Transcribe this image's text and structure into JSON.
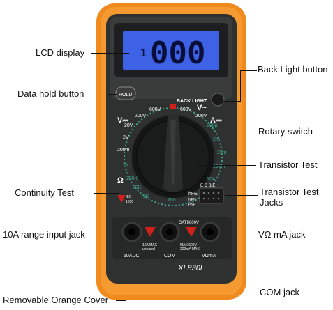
{
  "callouts": {
    "lcd_display": "LCD display",
    "data_hold_button": "Data hold button",
    "back_light_button": "Back Light button",
    "rotary_switch": "Rotary switch",
    "transistor_test": "Transistor Test",
    "continuity_test": "Continuity Test",
    "transistor_test_jacks": "Transistor Test Jacks",
    "ten_a_range_input_jack": "10A range input jack",
    "v_ohm_ma_jack": "VΩ mA jack",
    "removable_orange_cover": "Removable Orange Cover",
    "com_jack": "COM jack"
  },
  "device": {
    "lcd_reading": "000",
    "lcd_sign": "ı",
    "hold_label": "HOLD",
    "back_light_label": "BACK LIGHT",
    "model": "XL830L",
    "cat_rating": "CATII600V",
    "ohm_symbol": "Ω",
    "v_dc_label": "V⎓",
    "v_ac_label": "V~",
    "a_dc_label": "A⎓",
    "dial_labels": {
      "v600_left": "600V",
      "v600_right": "600V",
      "v200_left": "200V",
      "v200_right": "200V",
      "v20": "20V",
      "v2": "2V",
      "mv200": "200m",
      "m2": "2m",
      "ua200": "200µ",
      "m2_a": "2m",
      "m20": "20m",
      "m200": "200m",
      "a10": "10A",
      "k2_left": "2K",
      "k20": "20K",
      "k200": "200K",
      "r200": "200",
      "k2_bottom": "2K",
      "hfe": "hFE",
      "npn": "NPN",
      "pnp": "PNP",
      "ecbe": "E C B E",
      "iec": "IEC",
      "iec_num": "1010"
    },
    "jack_labels": {
      "adc": "10ADC",
      "com": "COM",
      "vohm_ma": "VΩmA",
      "warn_left_1": "10A MAX",
      "warn_left_2": "unfused",
      "warn_right_1": "MAX 600V",
      "warn_right_2": "200mA MAX"
    }
  },
  "colors": {
    "orange": "#f08a1c",
    "body": "#2f3030",
    "lcd_blue": "#3d62e6",
    "dial_ring": "#3fa58a",
    "red": "#d0201c"
  }
}
